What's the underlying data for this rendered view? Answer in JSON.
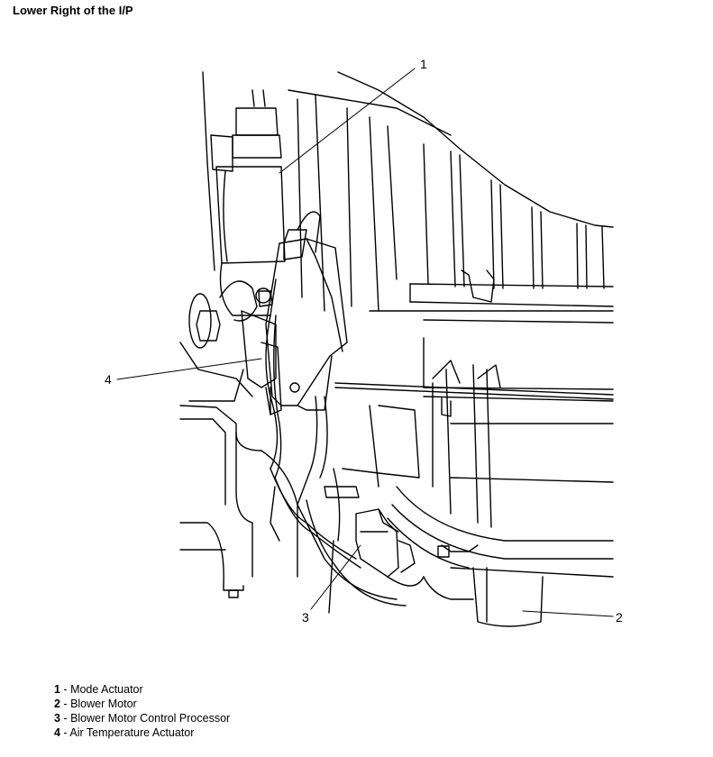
{
  "title": "Lower Right of the I/P",
  "callouts": [
    "1",
    "2",
    "3",
    "4"
  ],
  "legend": [
    {
      "num": "1",
      "sep": " - ",
      "label": "Mode Actuator"
    },
    {
      "num": "2",
      "sep": " - ",
      "label": "Blower Motor"
    },
    {
      "num": "3",
      "sep": " - ",
      "label": "Blower Motor Control Processor"
    },
    {
      "num": "4",
      "sep": " - ",
      "label": "Air Temperature Actuator"
    }
  ]
}
